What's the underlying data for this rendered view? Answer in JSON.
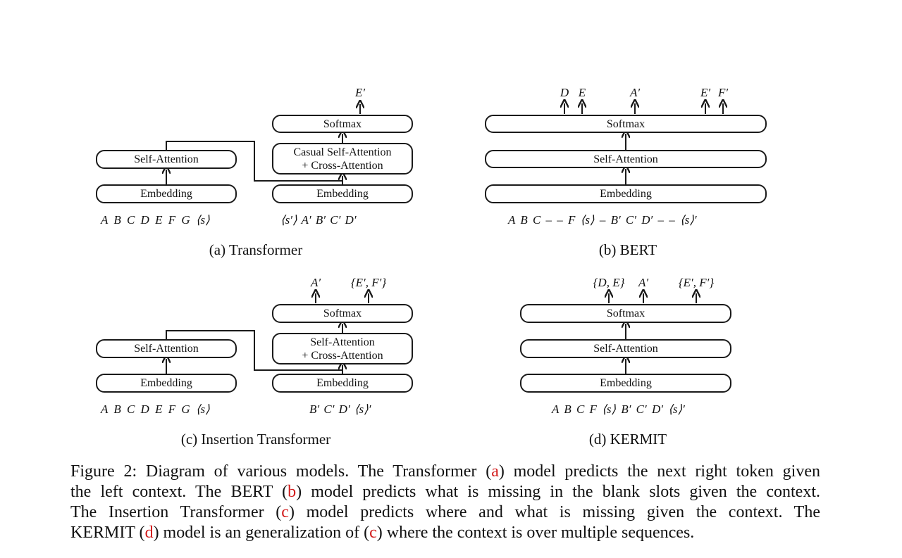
{
  "panels": {
    "a": {
      "caption": "(a) Transformer",
      "enc_attn": "Self-Attention",
      "enc_emb": "Embedding",
      "enc_input": "A B C D E F G ⟨s⟩",
      "dec_softmax": "Softmax",
      "dec_attn_1": "Casual Self-Attention",
      "dec_attn_2": "+ Cross-Attention",
      "dec_emb": "Embedding",
      "dec_input": "⟨s′⟩ A′ B′ C′ D′",
      "outputs": [
        "E′"
      ]
    },
    "b": {
      "caption": "(b) BERT",
      "softmax": "Softmax",
      "attn": "Self-Attention",
      "emb": "Embedding",
      "input": "A B C – – F ⟨s⟩ – B′ C′ D′ – – ⟨s⟩′",
      "outputs": [
        "D",
        "E",
        "A′",
        "E′",
        "F′"
      ]
    },
    "c": {
      "caption": "(c) Insertion Transformer",
      "enc_attn": "Self-Attention",
      "enc_emb": "Embedding",
      "enc_input": "A B C D E F G ⟨s⟩",
      "dec_softmax": "Softmax",
      "dec_attn_1": "Self-Attention",
      "dec_attn_2": "+ Cross-Attention",
      "dec_emb": "Embedding",
      "dec_input": "B′ C′ D′ ⟨s⟩′",
      "outputs": [
        "A′",
        "{E′, F′}"
      ]
    },
    "d": {
      "caption": "(d) KERMIT",
      "softmax": "Softmax",
      "attn": "Self-Attention",
      "emb": "Embedding",
      "input": "A B C F ⟨s⟩ B′ C′ D′ ⟨s⟩′",
      "outputs": [
        "{D, E}",
        "A′",
        "{E′, F′}"
      ]
    }
  },
  "caption": {
    "l1_a": "Figure 2: Diagram of various models. The Transformer (",
    "l1_ref": "a",
    "l1_b": ") model predicts the next right token given",
    "l2_a": "the left context. The BERT (",
    "l2_ref": "b",
    "l2_b": ") model predicts what is missing in the blank slots given the context.",
    "l3_a": "The Insertion Transformer (",
    "l3_ref": "c",
    "l3_b": ") model predicts where and what is missing given the context. The",
    "l4_a": "KERMIT (",
    "l4_ref": "d",
    "l4_b": ") model is an generalization of (",
    "l4_ref2": "c",
    "l4_c": ") where the context is over multiple sequences."
  },
  "colors": {
    "reference": "#d21a1a",
    "ink": "#1a1a1a"
  }
}
